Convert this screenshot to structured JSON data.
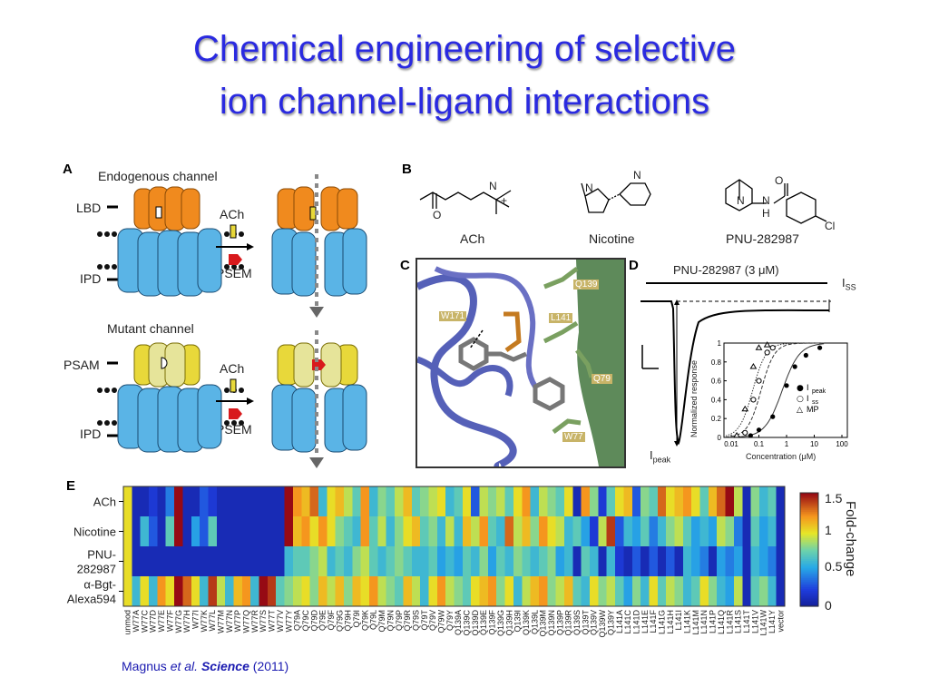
{
  "title": {
    "line1": "Chemical engineering of selective",
    "line2": "ion channel-ligand interactions"
  },
  "panelA": {
    "letter": "A",
    "endogenous_label": "Endogenous channel",
    "mutant_label": "Mutant channel",
    "lbd": "LBD",
    "ipd": "IPD",
    "psam": "PSAM",
    "ach": "ACh",
    "psem": "PSEM",
    "colors": {
      "orange": "#f08a1e",
      "yellow": "#e8d83a",
      "pale_yellow": "#e6e49a",
      "blue": "#5ab4e6",
      "red": "#d8191c"
    }
  },
  "panelB": {
    "letter": "B",
    "compounds": [
      "ACh",
      "Nicotine",
      "PNU-282987"
    ],
    "atoms": {
      "N_plus": "N",
      "plus": "+",
      "O": "O",
      "N": "N",
      "H": "H",
      "Cl": "Cl"
    }
  },
  "panelC": {
    "letter": "C",
    "residues": [
      "Q139",
      "W171",
      "L141",
      "Q79",
      "W77"
    ]
  },
  "panelD": {
    "letter": "D",
    "drug_label": "PNU-282987 (3 μM)",
    "iss_label": "I",
    "iss_sub": "SS",
    "ipeak_label": "I",
    "ipeak_sub": "peak",
    "inset_ylabel": "Normalized response",
    "inset_xlabel": "Concentration (μM)",
    "inset_yticks": [
      "1",
      "0.8",
      "0.6",
      "0.4",
      "0.2",
      "0"
    ],
    "inset_xticks": [
      "0.01",
      "0.1",
      "1",
      "10",
      "100"
    ],
    "legend": [
      {
        "symbol": "●",
        "label": "I",
        "sub": "peak"
      },
      {
        "symbol": "○",
        "label": "I",
        "sub": "ss"
      },
      {
        "symbol": "△",
        "label": "MP",
        "sub": ""
      }
    ]
  },
  "panelE": {
    "letter": "E",
    "rows": [
      "ACh",
      "Nicotine",
      "PNU-\n282987",
      "α-Bgt-\nAlexa594"
    ],
    "row_lines": [
      [
        "ACh"
      ],
      [
        "Nicotine"
      ],
      [
        "PNU-",
        "282987"
      ],
      [
        "α-Bgt-",
        "Alexa594"
      ]
    ],
    "columns": [
      "unmod",
      "W77A",
      "W77C",
      "W77D",
      "W77E",
      "W77F",
      "W77G",
      "W77H",
      "W77I",
      "W77K",
      "W77L",
      "W77M",
      "W77N",
      "W77P",
      "W77Q",
      "W77R",
      "W77S",
      "W77T",
      "W77V",
      "W77Y",
      "Q79A",
      "Q79C",
      "Q79D",
      "Q79E",
      "Q79F",
      "Q79G",
      "Q79H",
      "Q79I",
      "Q79K",
      "Q79L",
      "Q79M",
      "Q79N",
      "Q79P",
      "Q79R",
      "Q79S",
      "Q79T",
      "Q79V",
      "Q79W",
      "Q79Y",
      "Q139A",
      "Q139C",
      "Q139D",
      "Q139E",
      "Q139F",
      "Q139G",
      "Q139H",
      "Q139I",
      "Q139K",
      "Q139L",
      "Q139M",
      "Q139N",
      "Q139P",
      "Q139R",
      "Q139S",
      "Q139T",
      "Q139V",
      "Q139W",
      "Q139Y",
      "L141A",
      "L141C",
      "L141D",
      "L141E",
      "L141F",
      "L141G",
      "L141H",
      "L141I",
      "L141K",
      "L141M",
      "L141N",
      "L141P",
      "L141Q",
      "L141R",
      "L141S",
      "L141T",
      "L141V",
      "L141W",
      "L141Y",
      "vector"
    ],
    "colorbar_ticks": [
      "1.5",
      "1",
      "0.5",
      "0"
    ],
    "colorbar_label": "Fold-change",
    "values": [
      [
        1.0,
        0.1,
        0.1,
        0.2,
        0.1,
        0.4,
        1.5,
        0.1,
        0.1,
        0.3,
        0.2,
        0.1,
        0.1,
        0.1,
        0.1,
        0.1,
        0.1,
        0.1,
        0.1,
        1.5,
        1.2,
        1.1,
        1.3,
        0.6,
        1.0,
        1.1,
        0.9,
        0.7,
        1.2,
        0.6,
        0.8,
        0.7,
        0.9,
        1.1,
        0.7,
        0.8,
        0.9,
        1.0,
        0.6,
        0.7,
        1.0,
        0.3,
        0.9,
        0.8,
        0.9,
        0.7,
        1.0,
        1.2,
        0.6,
        0.9,
        0.8,
        0.7,
        1.0,
        0.1,
        1.2,
        0.8,
        0.2,
        0.7,
        1.0,
        1.1,
        0.3,
        0.8,
        0.7,
        1.3,
        1.0,
        1.1,
        1.2,
        1.0,
        0.7,
        1.1,
        1.3,
        1.5,
        0.9,
        0.1,
        0.8,
        0.6,
        0.7,
        0.1
      ],
      [
        1.0,
        0.1,
        0.6,
        0.3,
        0.1,
        0.7,
        1.5,
        0.1,
        0.5,
        0.3,
        0.7,
        0.1,
        0.1,
        0.1,
        0.1,
        0.1,
        0.1,
        0.1,
        0.1,
        1.5,
        1.1,
        1.2,
        1.0,
        1.2,
        1.0,
        0.8,
        0.7,
        0.6,
        1.2,
        0.7,
        0.9,
        0.6,
        0.8,
        1.0,
        1.1,
        0.7,
        0.8,
        0.6,
        0.9,
        0.6,
        1.1,
        0.9,
        1.2,
        0.7,
        0.6,
        1.3,
        0.9,
        1.1,
        0.8,
        1.2,
        1.0,
        0.9,
        0.6,
        0.7,
        0.5,
        0.2,
        0.9,
        1.4,
        0.3,
        0.6,
        0.5,
        0.7,
        0.4,
        0.6,
        0.8,
        0.9,
        0.7,
        0.5,
        0.6,
        0.5,
        0.9,
        0.8,
        0.4,
        0.1,
        0.7,
        0.5,
        0.6,
        0.1
      ],
      [
        1.0,
        0.1,
        0.1,
        0.1,
        0.1,
        0.1,
        0.1,
        0.1,
        0.1,
        0.1,
        0.1,
        0.1,
        0.1,
        0.1,
        0.1,
        0.1,
        0.1,
        0.1,
        0.1,
        0.6,
        0.7,
        0.7,
        0.8,
        0.9,
        0.6,
        0.7,
        0.6,
        0.8,
        0.9,
        0.7,
        0.6,
        0.7,
        0.8,
        0.7,
        0.6,
        0.6,
        0.7,
        0.5,
        0.6,
        0.5,
        0.7,
        0.6,
        0.8,
        0.5,
        0.7,
        0.6,
        0.8,
        0.7,
        0.6,
        0.7,
        0.8,
        0.5,
        0.6,
        0.1,
        0.7,
        0.6,
        0.1,
        0.6,
        0.2,
        0.1,
        0.3,
        0.1,
        0.3,
        0.1,
        0.3,
        0.1,
        0.6,
        0.5,
        0.4,
        0.1,
        0.5,
        0.4,
        0.5,
        0.1,
        0.6,
        0.5,
        0.4,
        0.1
      ],
      [
        1.0,
        0.6,
        1.0,
        0.6,
        1.2,
        1.0,
        1.5,
        1.3,
        1.0,
        0.6,
        1.4,
        0.9,
        0.6,
        1.1,
        1.2,
        0.6,
        1.5,
        1.4,
        0.7,
        0.8,
        0.9,
        1.0,
        0.8,
        1.1,
        0.9,
        1.1,
        0.8,
        1.1,
        1.0,
        1.2,
        0.9,
        0.8,
        0.7,
        1.1,
        0.9,
        0.6,
        1.0,
        1.2,
        0.9,
        0.8,
        0.7,
        1.0,
        1.1,
        1.2,
        0.8,
        1.0,
        0.6,
        0.9,
        1.1,
        1.2,
        0.8,
        0.9,
        1.1,
        0.7,
        0.6,
        1.0,
        0.8,
        0.9,
        0.7,
        0.5,
        0.8,
        0.6,
        1.0,
        0.7,
        0.9,
        0.8,
        0.6,
        0.7,
        1.0,
        0.8,
        0.6,
        0.5,
        0.9,
        0.1,
        0.7,
        0.8,
        0.6,
        0.1
      ]
    ]
  },
  "citation": {
    "authors": "Magnus ",
    "etal": "et al.",
    "journal": "Science",
    "year": " (2011)"
  }
}
